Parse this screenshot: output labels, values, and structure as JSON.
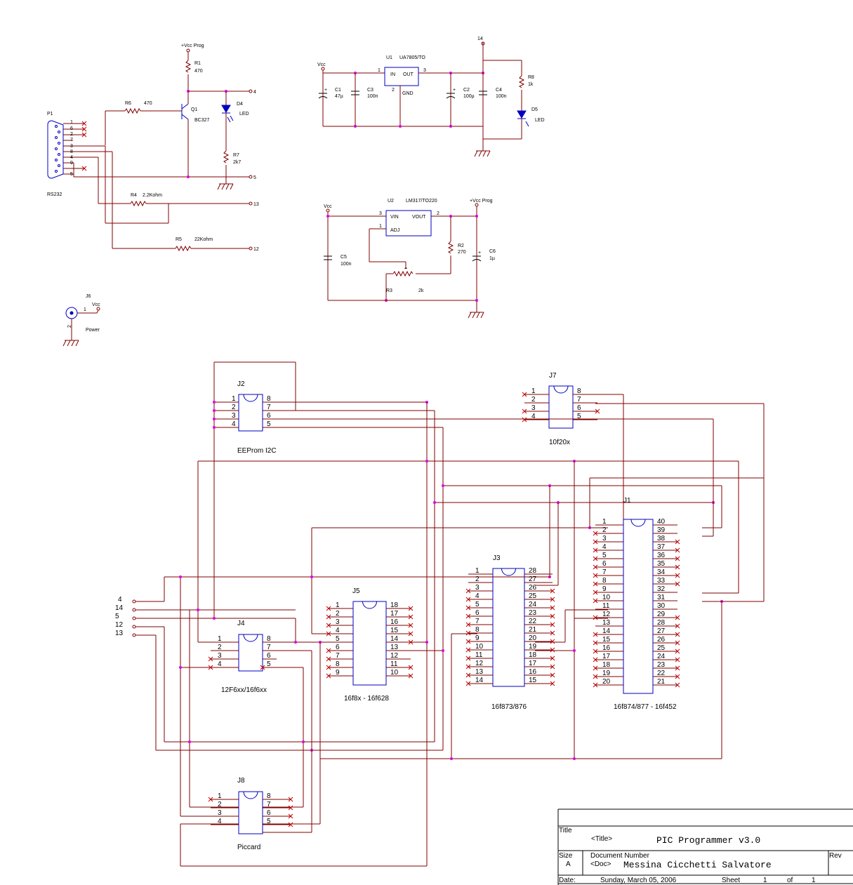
{
  "labels": {
    "vcc_prog_top": "+Vcc Prog",
    "r1": "R1",
    "r1_val": "470",
    "r6": "R6",
    "r6_val": "470",
    "q1": "Q1",
    "q1_val": "BC327",
    "d4": "D4",
    "d4_val": "LED",
    "r7": "R7",
    "r7_val": "2k7",
    "p1": "P1",
    "p1_name": "RS232",
    "r4": "R4",
    "r4_val": "2.2Kohm",
    "r5": "R5",
    "r5_val": "22Kohm",
    "net4": "4",
    "net5": "5",
    "net13": "13",
    "net12": "12",
    "vcc_u1": "Vcc",
    "u1": "U1",
    "u1_val": "UA7805/TO",
    "u1_in": "IN",
    "u1_out": "OUT",
    "u1_gnd": "GND",
    "u1_p1": "1",
    "u1_p2": "2",
    "u1_p3": "3",
    "c1": "C1",
    "c1_val": "47µ",
    "c3": "C3",
    "c3_val": "100n",
    "c2": "C2",
    "c2_val": "100µ",
    "c4": "C4",
    "c4_val": "100n",
    "net14": "14",
    "r8": "R8",
    "r8_val": "1k",
    "d5": "D5",
    "d5_val": "LED",
    "vcc_u2": "Vcc",
    "u2": "U2",
    "u2_val": "LM317/TO220",
    "vcc_prog_u2": "+Vcc Prog",
    "u2_vin": "VIN",
    "u2_vout": "VOUT",
    "u2_adj": "ADJ",
    "u2_p3": "3",
    "u2_p2": "2",
    "u2_p1": "1",
    "r2": "R2",
    "r2_val": "270",
    "c6": "C6",
    "c6_val": "1µ",
    "c5": "C5",
    "c5_val": "100n",
    "r3": "R3",
    "r3_val": "2k",
    "j6": "J6",
    "j6_pin1": "1",
    "j6_vcc": "Vcc",
    "j6_pin2": "2",
    "j6_name": "Power",
    "j2": "J2",
    "j2_name": "EEProm I2C",
    "j7": "J7",
    "j7_name": "10f20x",
    "j1": "J1",
    "j1_name": "16f874/877 - 16f452",
    "j3": "J3",
    "j3_name": "16f873/876",
    "j5": "J5",
    "j5_name": "16f8x - 16f628",
    "j4": "J4",
    "j4_name": "12F6xx/16f6xx",
    "j8": "J8",
    "j8_name": "Piccard",
    "left_nets": [
      "4",
      "14",
      "5",
      "12",
      "13"
    ]
  },
  "titleblock": {
    "title_label": "Title",
    "title_placeholder": "<Title>",
    "title_value": "PIC Programmer v3.0",
    "size_label": "Size",
    "size_value": "A",
    "docnum_label": "Document Number",
    "doc_placeholder": "<Doc>",
    "doc_value": "Messina Cicchetti Salvatore",
    "rev_label": "Rev",
    "date_label": "Date:",
    "date_value": "Sunday, March 05, 2006",
    "sheet_label": "Sheet",
    "sheet_value": "1",
    "of_label": "of",
    "of_value": "1"
  }
}
